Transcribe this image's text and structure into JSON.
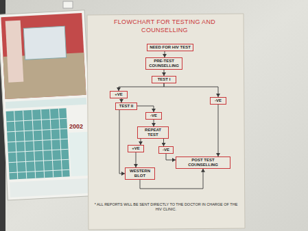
{
  "diagram": {
    "title": "FLOWCHART FOR TESTING AND COUNSELLING",
    "nodes": [
      {
        "text": [
          "NEED FOR HIV TEST"
        ]
      },
      {
        "text": [
          "PRE-TEST COUNSELLING"
        ]
      },
      {
        "text": [
          "TEST I"
        ]
      },
      {
        "text": [
          "+VE"
        ]
      },
      {
        "text": [
          "-VE"
        ]
      },
      {
        "text": [
          "TEST II"
        ]
      },
      {
        "text": [
          "-VE"
        ]
      },
      {
        "text": [
          "REPEAT TEST"
        ]
      },
      {
        "text": [
          "+VE"
        ]
      },
      {
        "text": [
          "-VE"
        ]
      },
      {
        "text": [
          "POST TEST COUNSELLING"
        ]
      },
      {
        "text": [
          "WESTERN BLOT"
        ]
      }
    ],
    "edges": [
      {
        "from": 0,
        "to": 1,
        "arrow": "to"
      },
      {
        "from": 1,
        "to": 2,
        "arrow": "to"
      },
      {
        "from": 2,
        "to": 3,
        "arrow": "to"
      },
      {
        "from": 2,
        "to": 4,
        "arrow": "to"
      },
      {
        "from": 3,
        "to": 5,
        "arrow": "to"
      },
      {
        "from": 5,
        "to": 6,
        "arrow": "to"
      },
      {
        "from": 6,
        "to": 7,
        "arrow": "to"
      },
      {
        "from": 5,
        "to": 11,
        "arrow": "to"
      },
      {
        "from": 7,
        "to": 8,
        "arrow": "to"
      },
      {
        "from": 7,
        "to": 9,
        "arrow": "to"
      },
      {
        "from": 8,
        "to": 11,
        "arrow": "to"
      },
      {
        "from": 9,
        "to": 10,
        "arrow": "to"
      },
      {
        "from": 4,
        "to": 10,
        "arrow": "to"
      },
      {
        "from": 11,
        "to": 10,
        "arrow": "to"
      }
    ],
    "labels": [
      "2002",
      "* ALL REPORTS WILL BE SENT DIRECTLY TO THE DOCTOR IN CHARGE OF THE HIV CLINIC."
    ]
  }
}
